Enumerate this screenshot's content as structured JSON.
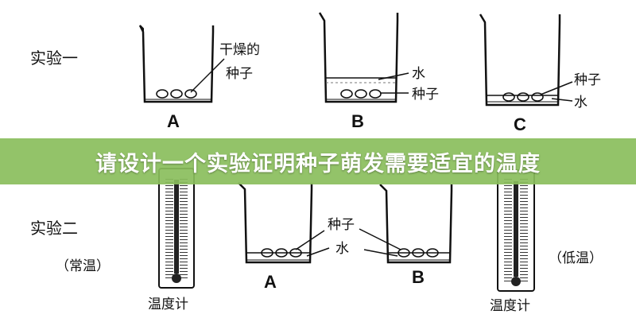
{
  "banner": {
    "title": "请设计一个实验证明种子萌发需要适宜的温度"
  },
  "experiment1": {
    "label": "实验一",
    "beaker_a": {
      "letter": "A",
      "note_line1": "干燥的",
      "note_line2": "种子"
    },
    "beaker_b": {
      "letter": "B",
      "water": "水",
      "seeds": "种子"
    },
    "beaker_c": {
      "letter": "C",
      "seeds": "种子",
      "water": "水"
    }
  },
  "experiment2": {
    "label": "实验二",
    "left_condition": "（常温）",
    "right_condition": "（低温）",
    "thermometer_left": "温度计",
    "thermometer_right": "温度计",
    "beaker_a": {
      "letter": "A"
    },
    "beaker_b": {
      "letter": "B"
    },
    "seeds": "种子",
    "water": "水"
  }
}
